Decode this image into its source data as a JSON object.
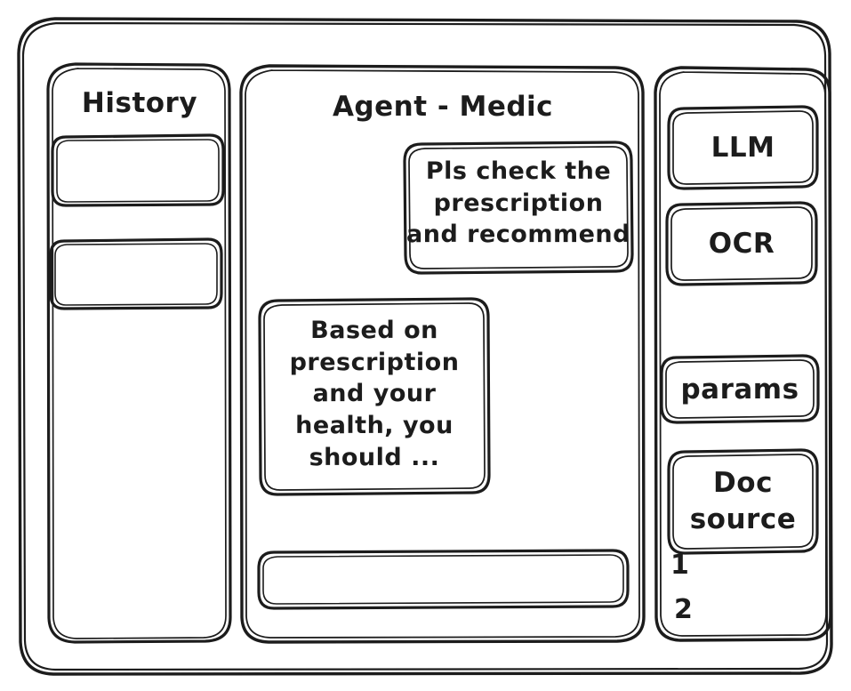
{
  "window": {
    "style": "hand-drawn-wireframe",
    "stroke_color": "#1c1c1c",
    "background_color": "#ffffff"
  },
  "history_panel": {
    "title": "History",
    "items": [
      {
        "label": ""
      },
      {
        "label": ""
      }
    ]
  },
  "main_panel": {
    "title": "Agent - Medic",
    "messages": [
      {
        "role": "user",
        "text": "Pls check the\nprescription\nand recommend"
      },
      {
        "role": "agent",
        "text": "Based on\nprescription\nand your\nhealth, you\nshould ..."
      }
    ],
    "composer": {
      "value": "",
      "placeholder": ""
    }
  },
  "tools_panel": {
    "buttons": [
      {
        "label": "LLM"
      },
      {
        "label": "OCR"
      },
      {
        "label": "params"
      },
      {
        "label": "Doc\nsource"
      }
    ],
    "doc_sources": [
      {
        "label": "1"
      },
      {
        "label": "2"
      }
    ]
  }
}
